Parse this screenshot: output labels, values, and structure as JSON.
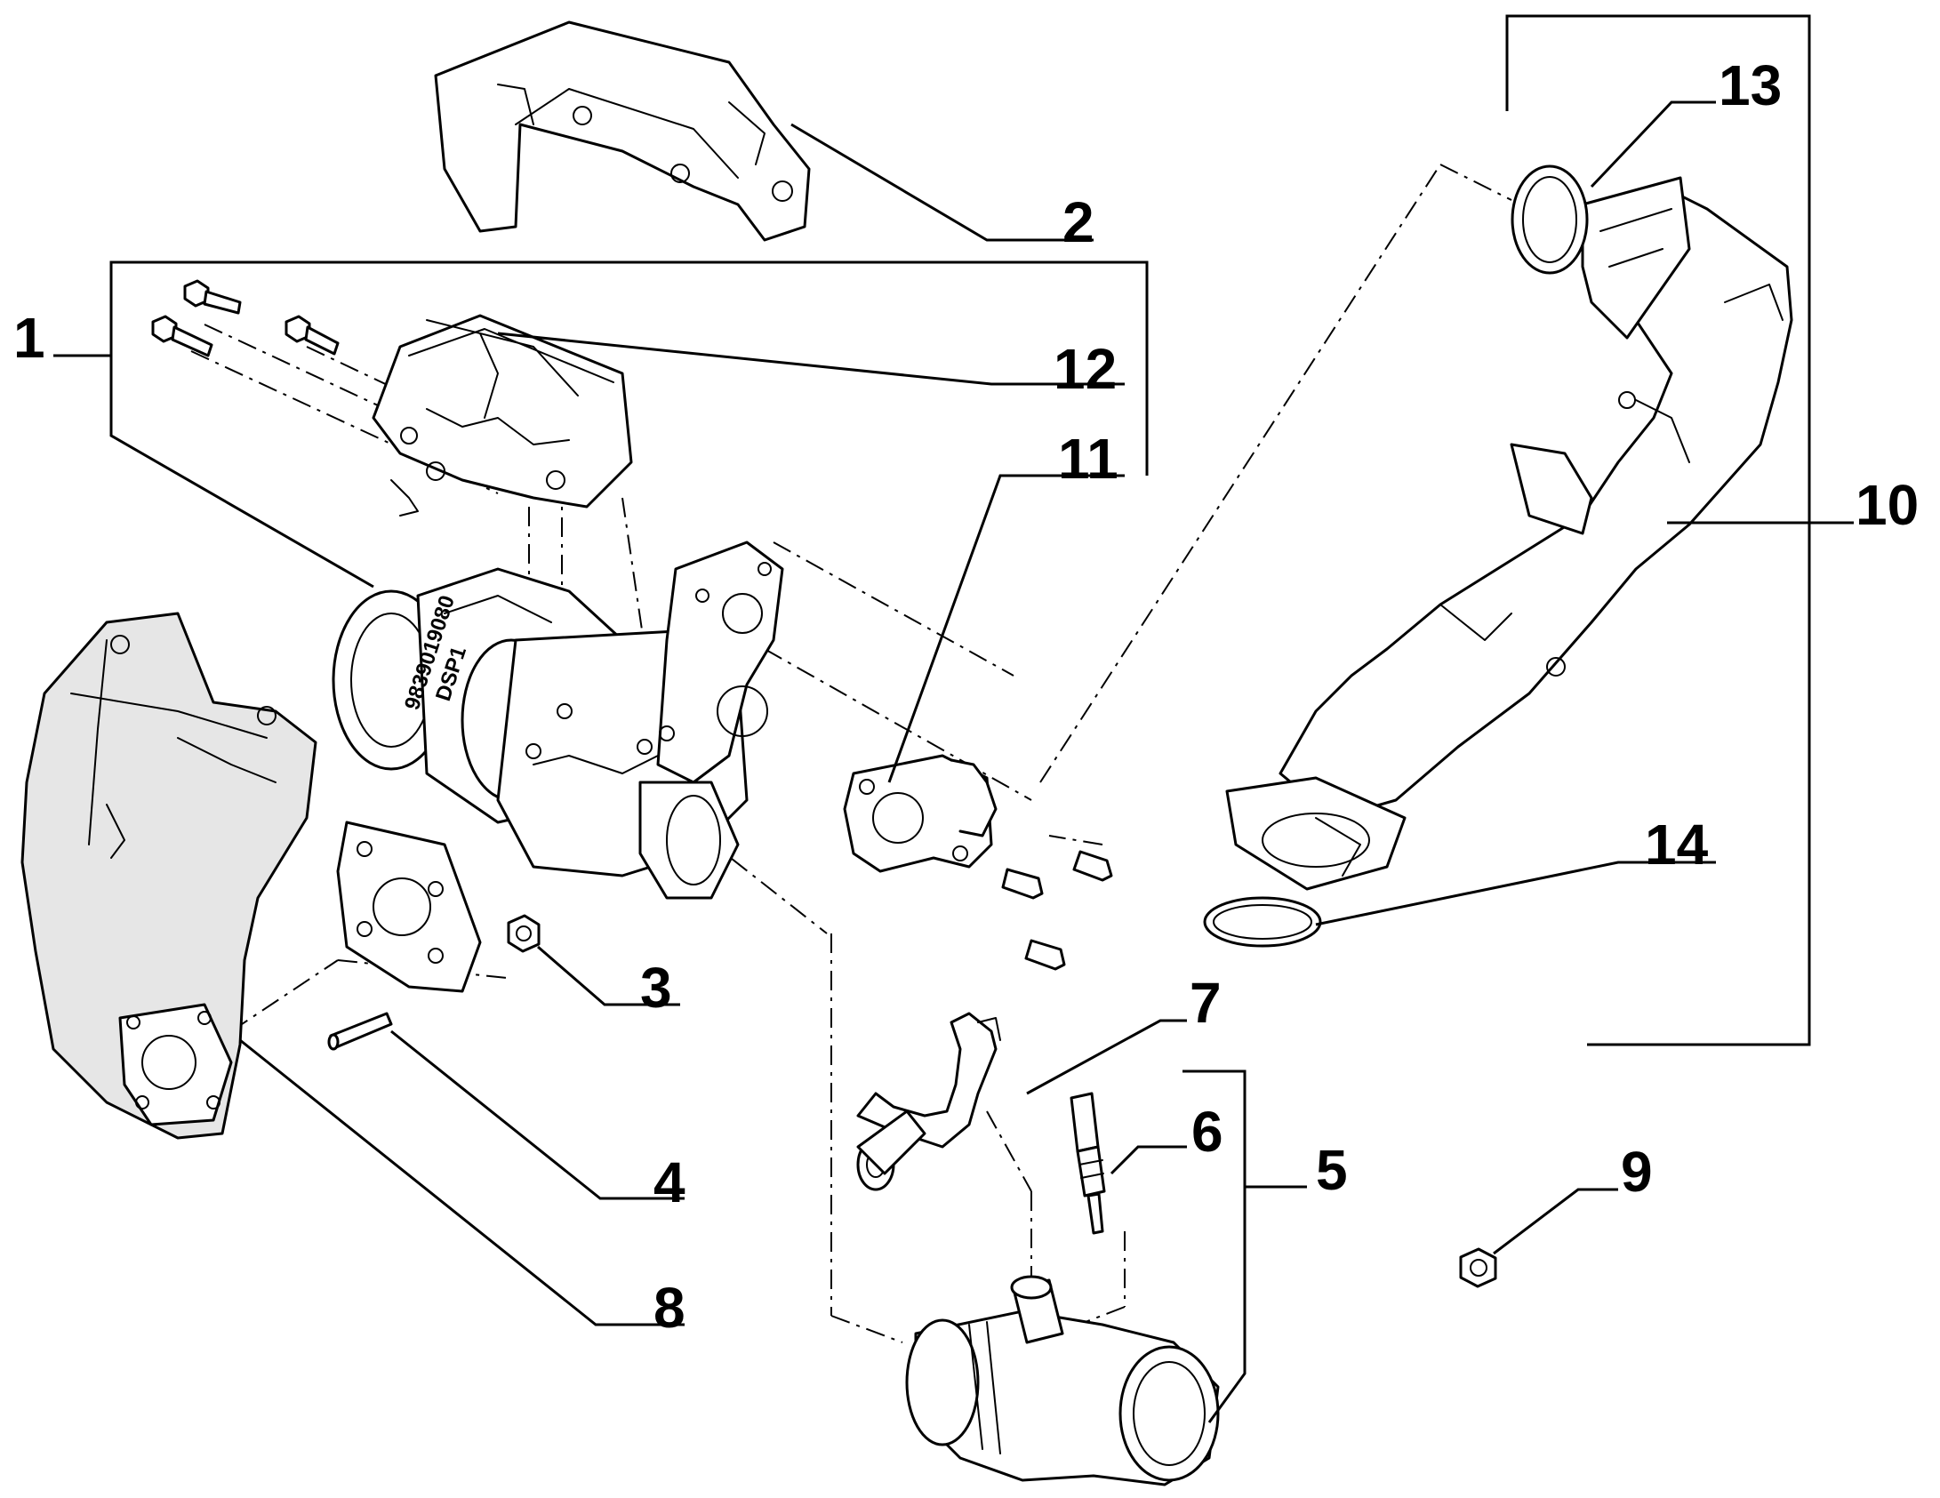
{
  "diagram": {
    "callouts": [
      {
        "id": "1",
        "label": "1"
      },
      {
        "id": "2",
        "label": "2"
      },
      {
        "id": "3",
        "label": "3"
      },
      {
        "id": "4",
        "label": "4"
      },
      {
        "id": "5",
        "label": "5"
      },
      {
        "id": "6",
        "label": "6"
      },
      {
        "id": "7",
        "label": "7"
      },
      {
        "id": "8",
        "label": "8"
      },
      {
        "id": "9",
        "label": "9"
      },
      {
        "id": "10",
        "label": "10"
      },
      {
        "id": "11",
        "label": "11"
      },
      {
        "id": "12",
        "label": "12"
      },
      {
        "id": "13",
        "label": "13"
      },
      {
        "id": "14",
        "label": "14"
      }
    ],
    "engravings": {
      "turbo_part_number": "9839019080",
      "turbo_code": "DSP1"
    }
  },
  "colors": {
    "line": "#000000",
    "background": "#ffffff",
    "shade": "#e6e6e6"
  }
}
